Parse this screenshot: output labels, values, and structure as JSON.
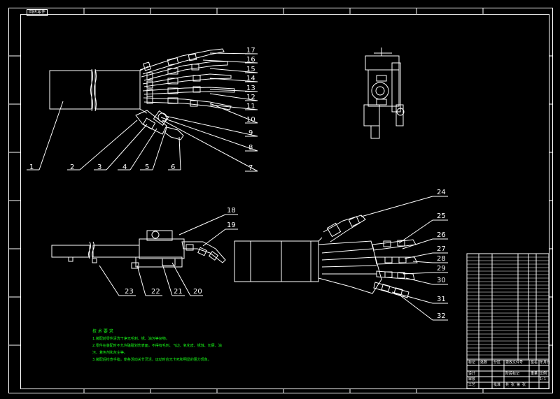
{
  "drawing": {
    "title_stamp": "回转零件",
    "balloons_top": [
      "1",
      "2",
      "3",
      "4",
      "5",
      "6",
      "7",
      "8",
      "9",
      "10",
      "11",
      "12",
      "13",
      "14",
      "15",
      "16",
      "17"
    ],
    "balloons_side": [
      "18",
      "19",
      "20",
      "21",
      "22",
      "23"
    ],
    "balloons_bottom": [
      "24",
      "25",
      "26",
      "27",
      "28",
      "29",
      "30",
      "31",
      "32"
    ]
  },
  "tech_notes": {
    "heading": "技 术 要 求",
    "lines": [
      "1.装配前零件清洗干净无毛刺、锈、油污等杂物。",
      "2.零件在装配时不允许磕碰划伤表面，不得有毛刺、飞边、氧化皮、锈蚀、切屑、油",
      "   污、着色剂和灰尘等。",
      "3.装配后检查手指，使各活动关节灵活，运动时应无卡死和明显的阻力现象。"
    ]
  },
  "title_block": {
    "labels": [
      "标记",
      "处数",
      "分区",
      "更改文件号",
      "签名",
      "年月日",
      "设计",
      "审核",
      "工艺",
      "批准",
      "阶段标记",
      "重量",
      "比例"
    ],
    "scale": "1:1",
    "sheet": "共 张 第 张"
  },
  "colors": {
    "background": "#000000",
    "lines": "#ffffff",
    "notes": "#19ff19"
  }
}
